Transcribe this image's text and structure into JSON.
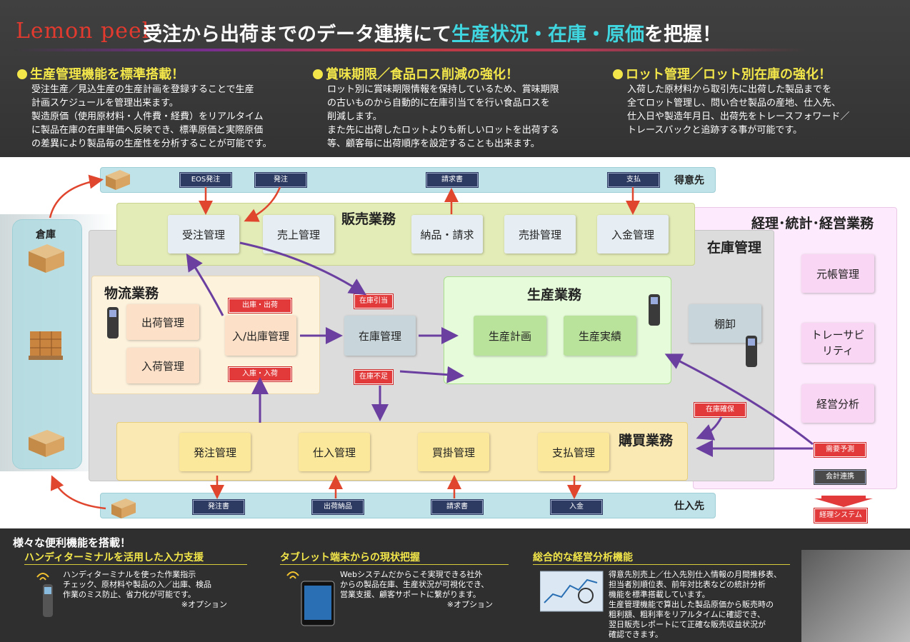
{
  "header": {
    "brand": "Lemon peel",
    "headline_pre": "受注から出荷までのデータ連携にて",
    "headline_hl": "生産状況・在庫・原価",
    "headline_post": "を把握！",
    "features": [
      {
        "title": "生産管理機能を標準搭載！",
        "lines": [
          "受注生産／見込生産の生産計画を登録することで生産",
          "計画スケジュールを管理出来ます。",
          "製造原価（使用原材料・人件費・経費）をリアルタイム",
          "に製品在庫の在庫単価へ反映でき、標準原価と実際原価",
          "の差異により製品毎の生産性を分析することが可能です。"
        ]
      },
      {
        "title": "賞味期限／食品ロス削減の強化！",
        "lines": [
          "ロット別に賞味期限情報を保持しているため、賞味期限",
          "の古いものから自動的に在庫引当てを行い食品ロスを",
          "削減します。",
          "また先に出荷したロットよりも新しいロットを出荷する",
          "等、顧客毎に出荷順序を設定することも出来ます。"
        ]
      },
      {
        "title": "ロット管理／ロット別在庫の強化！",
        "lines": [
          "入荷した原材料から取引先に出荷した製品までを",
          "全てロット管理し、問い合せ製品の産地、仕入先、",
          "仕入日や製造年月日、出荷先をトレースフォワード／",
          "トレースバックと追跡する事が可能です。"
        ]
      }
    ]
  },
  "diagram": {
    "customer": {
      "label": "得意先",
      "tags": [
        "EOS発注",
        "発注",
        "請求書",
        "支払"
      ]
    },
    "supplier": {
      "label": "仕入先",
      "tags": [
        "発注書",
        "出荷納品",
        "請求書",
        "入金"
      ]
    },
    "warehouse": {
      "label": "倉庫"
    },
    "sales": {
      "title": "販売業務",
      "boxes": [
        "受注管理",
        "売上管理",
        "納品・請求",
        "売掛管理",
        "入金管理"
      ]
    },
    "accounting": {
      "title": "経理･統計･経営業務",
      "boxes": [
        "元帳管理",
        "トレーサビリティ",
        "経営分析"
      ],
      "tags": [
        "需要予測",
        "会計連携"
      ],
      "system": "経理システム"
    },
    "inventory": {
      "title": "在庫管理",
      "center": "在庫管理",
      "stocktake": "棚卸",
      "tags": [
        "在庫引当",
        "在庫不足",
        "在庫確保"
      ]
    },
    "logistics": {
      "title": "物流業務",
      "boxes": [
        "出荷管理",
        "入荷管理",
        "入/出庫管理"
      ],
      "tags": [
        "出庫・出荷",
        "入庫・入荷"
      ]
    },
    "production": {
      "title": "生産業務",
      "boxes": [
        "生産計画",
        "生産実績"
      ]
    },
    "purchasing": {
      "title": "購買業務",
      "boxes": [
        "発注管理",
        "仕入管理",
        "買掛管理",
        "支払管理"
      ]
    }
  },
  "footer": {
    "title": "様々な便利機能を搭載！",
    "items": [
      {
        "head": "ハンディターミナルを活用した入力支援",
        "lines": [
          "ハンディターミナルを使った作業指示",
          "チェック、原材料や製品の入／出庫、検品",
          "作業のミス防止、省力化が可能です。"
        ],
        "note": "※オプション"
      },
      {
        "head": "タブレット端末からの現状把握",
        "lines": [
          "Webシステムだからこそ実現できる社外",
          "からの製品在庫、生産状況が可視化でき、",
          "営業支援、顧客サポートに繋がります。"
        ],
        "note": "※オプション"
      },
      {
        "head": "総合的な経営分析機能",
        "lines": [
          "得意先別売上／仕入先別仕入情報の月間推移表、",
          "担当者別順位表、前年対比表などの統計分析",
          "機能を標準搭載しています。",
          "生産管理機能で算出した製品原価から販売時の",
          "粗利額、粗利率をリアルタイムに確認でき、",
          "翌日販売レポートにて正確な販売収益状況が",
          "確認できます。"
        ]
      }
    ]
  },
  "colors": {
    "accent_yellow": "#f2e64a",
    "accent_cyan": "#3fd6e0",
    "brand_red": "#e23a2e",
    "arrow_purple": "#6a3fa0",
    "arrow_red": "#e0452e"
  }
}
